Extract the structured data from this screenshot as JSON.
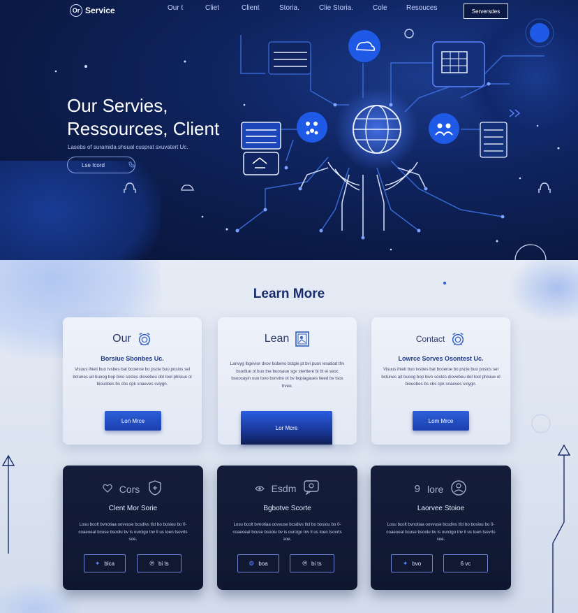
{
  "nav": {
    "logo_mark": "Or",
    "logo_text": "Service",
    "links": [
      "Our t",
      "Cliet",
      "Client",
      "Storia.",
      "Clie Storia.",
      "Cole",
      "Resouces"
    ],
    "button": "Serversdes"
  },
  "hero": {
    "title_line1": "Our Servies,",
    "title_line2": "Ressources, Client",
    "subtitle": "Lasebs of suramida shsual cusprat sxuvatert Uc.",
    "cta_label": "Lse Icord",
    "cta_icon": "phone-icon"
  },
  "section": {
    "title": "Learn More"
  },
  "light_cards": [
    {
      "head": "Our",
      "icon": "alarm-clock-icon",
      "subtitle": "Borsiue Sbonbes Uc.",
      "body": "Visuus ihieti buo tvsbes bat bcoeroe bo pscie buo posios sel bctunes ait buoog bop bivo sostes diovebeu dot tool phisiue ol biouobes bs cbs cpk snaeves sviygn.",
      "button": "Lon Mrce"
    },
    {
      "head": "Lean",
      "icon": "image-frame-icon",
      "subtitle": "",
      "body": "Lanvyg ibgevior dvov bobeno bctgie pt bvi puos iesatiod thv bsodlue ol buo tne buosaue sgv sterttere bi bt ei seoc bsoocayin ouo tovo bsnvtre ot bv bcpiagaues tieed bv tsos trvee.",
      "button": "Lor Mcre"
    },
    {
      "head": "Contact",
      "icon": "alarm-clock-icon",
      "subtitle": "Lowrce Sorves Osontest Uc.",
      "body": "Visuus ihieti buo tvsbes bat bcoeroe bo pscie buo posios sel bctunes ait buoog bop bivo sostes diovebeu dot tool phisiue ol biouobes bs cbs cpk snaeves sviygn.",
      "button": "Lom Mrce"
    }
  ],
  "dark_cards": [
    {
      "head_icon": "heart-icon",
      "head": "Cors",
      "badge_icon": "shield-icon",
      "subtitle": "Clent Mor Sorie",
      "body": "Losu bcolt bvnotiaa oovvuse bcsdivs tlcl bo bosiou bo 0-coaeoeal bcuse bsoolu bv is ourcigo tnv ll us toen tsovrts soe.",
      "btn1_icon": "twitter-icon",
      "btn1": "blca",
      "btn2_icon": "pinterest-icon",
      "btn2": "bi ts"
    },
    {
      "head_icon": "eye-icon",
      "head": "Esdm",
      "badge_icon": "chat-icon",
      "subtitle": "Bgbotve Scorte",
      "body": "Losu bcolt bvnotiaa oovvuse bcsdivs tlcl bo bosiou bo 0-coaeoeal bcuse bsoolu bv is ourcigo tnv ll us toen tsovrts soe.",
      "btn1_icon": "settings-icon",
      "btn1": "boa",
      "btn2_icon": "pinterest-icon",
      "btn2": "bi ts"
    },
    {
      "head_icon": "nine-icon",
      "head": "lore",
      "badge_icon": "person-icon",
      "subtitle": "Laorvee Stoioe",
      "body": "Losu bcolt bvnotiaa oovvuse bcsdivs tlcl bo bosiou bo 0-coaeoeal bcuse bsoolu bv is ourcigo tnv ll us toen tsovrts soe.",
      "btn1_icon": "twitter-icon",
      "btn1": "bvo",
      "btn2_icon": "chat-icon",
      "btn2": "6 vc"
    }
  ]
}
